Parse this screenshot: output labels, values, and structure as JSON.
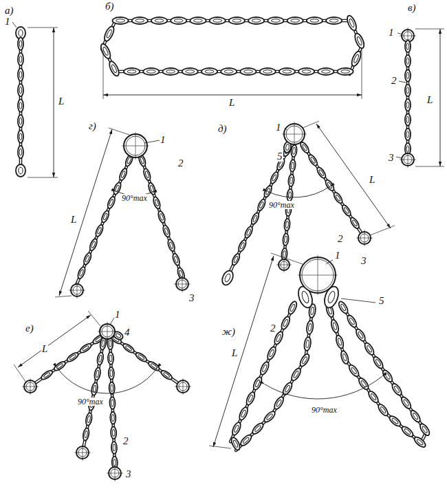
{
  "diagram": {
    "labels": [
      "а)",
      "1",
      "L",
      "б)",
      "L",
      "в)",
      "1",
      "2",
      "L",
      "3",
      "г)",
      "1",
      "2",
      "L",
      "90°max",
      "3",
      "д)",
      "1",
      "5",
      "L",
      "90°max",
      "2",
      "3",
      "е)",
      "1",
      "4",
      "L",
      "90°max",
      "2",
      "3",
      "ж)",
      "1",
      "5",
      "2",
      "L",
      "90°max"
    ]
  }
}
